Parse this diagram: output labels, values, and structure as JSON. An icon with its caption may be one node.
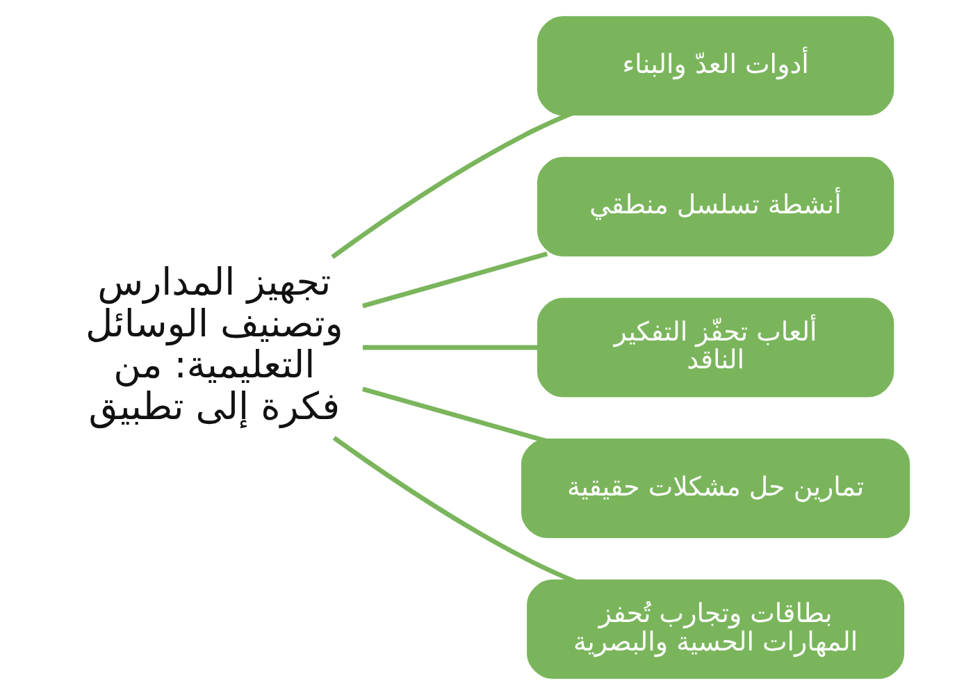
{
  "diagram": {
    "nodes": [
      {
        "text": [
          "تجهيز المدارس وتصنيف الوسائل التعليمية: من فكرة إلى تطبيق"
        ]
      },
      {
        "text": [
          "أدوات العدّ والبناء"
        ]
      },
      {
        "text": [
          "أنشطة تسلسل منطقي"
        ]
      },
      {
        "text": [
          "ألعاب تحفّز التفكير الناقد"
        ]
      },
      {
        "text": [
          "تمارين حل مشكلات حقيقية"
        ]
      },
      {
        "text": [
          "بطاقات وتجارب تُحفز المهارات الحسية والبصرية"
        ]
      }
    ],
    "edges": [
      {
        "from": 0,
        "to": 1,
        "arrow": "none"
      },
      {
        "from": 0,
        "to": 2,
        "arrow": "none"
      },
      {
        "from": 0,
        "to": 3,
        "arrow": "none"
      },
      {
        "from": 0,
        "to": 4,
        "arrow": "none"
      },
      {
        "from": 0,
        "to": 5,
        "arrow": "none"
      }
    ]
  }
}
